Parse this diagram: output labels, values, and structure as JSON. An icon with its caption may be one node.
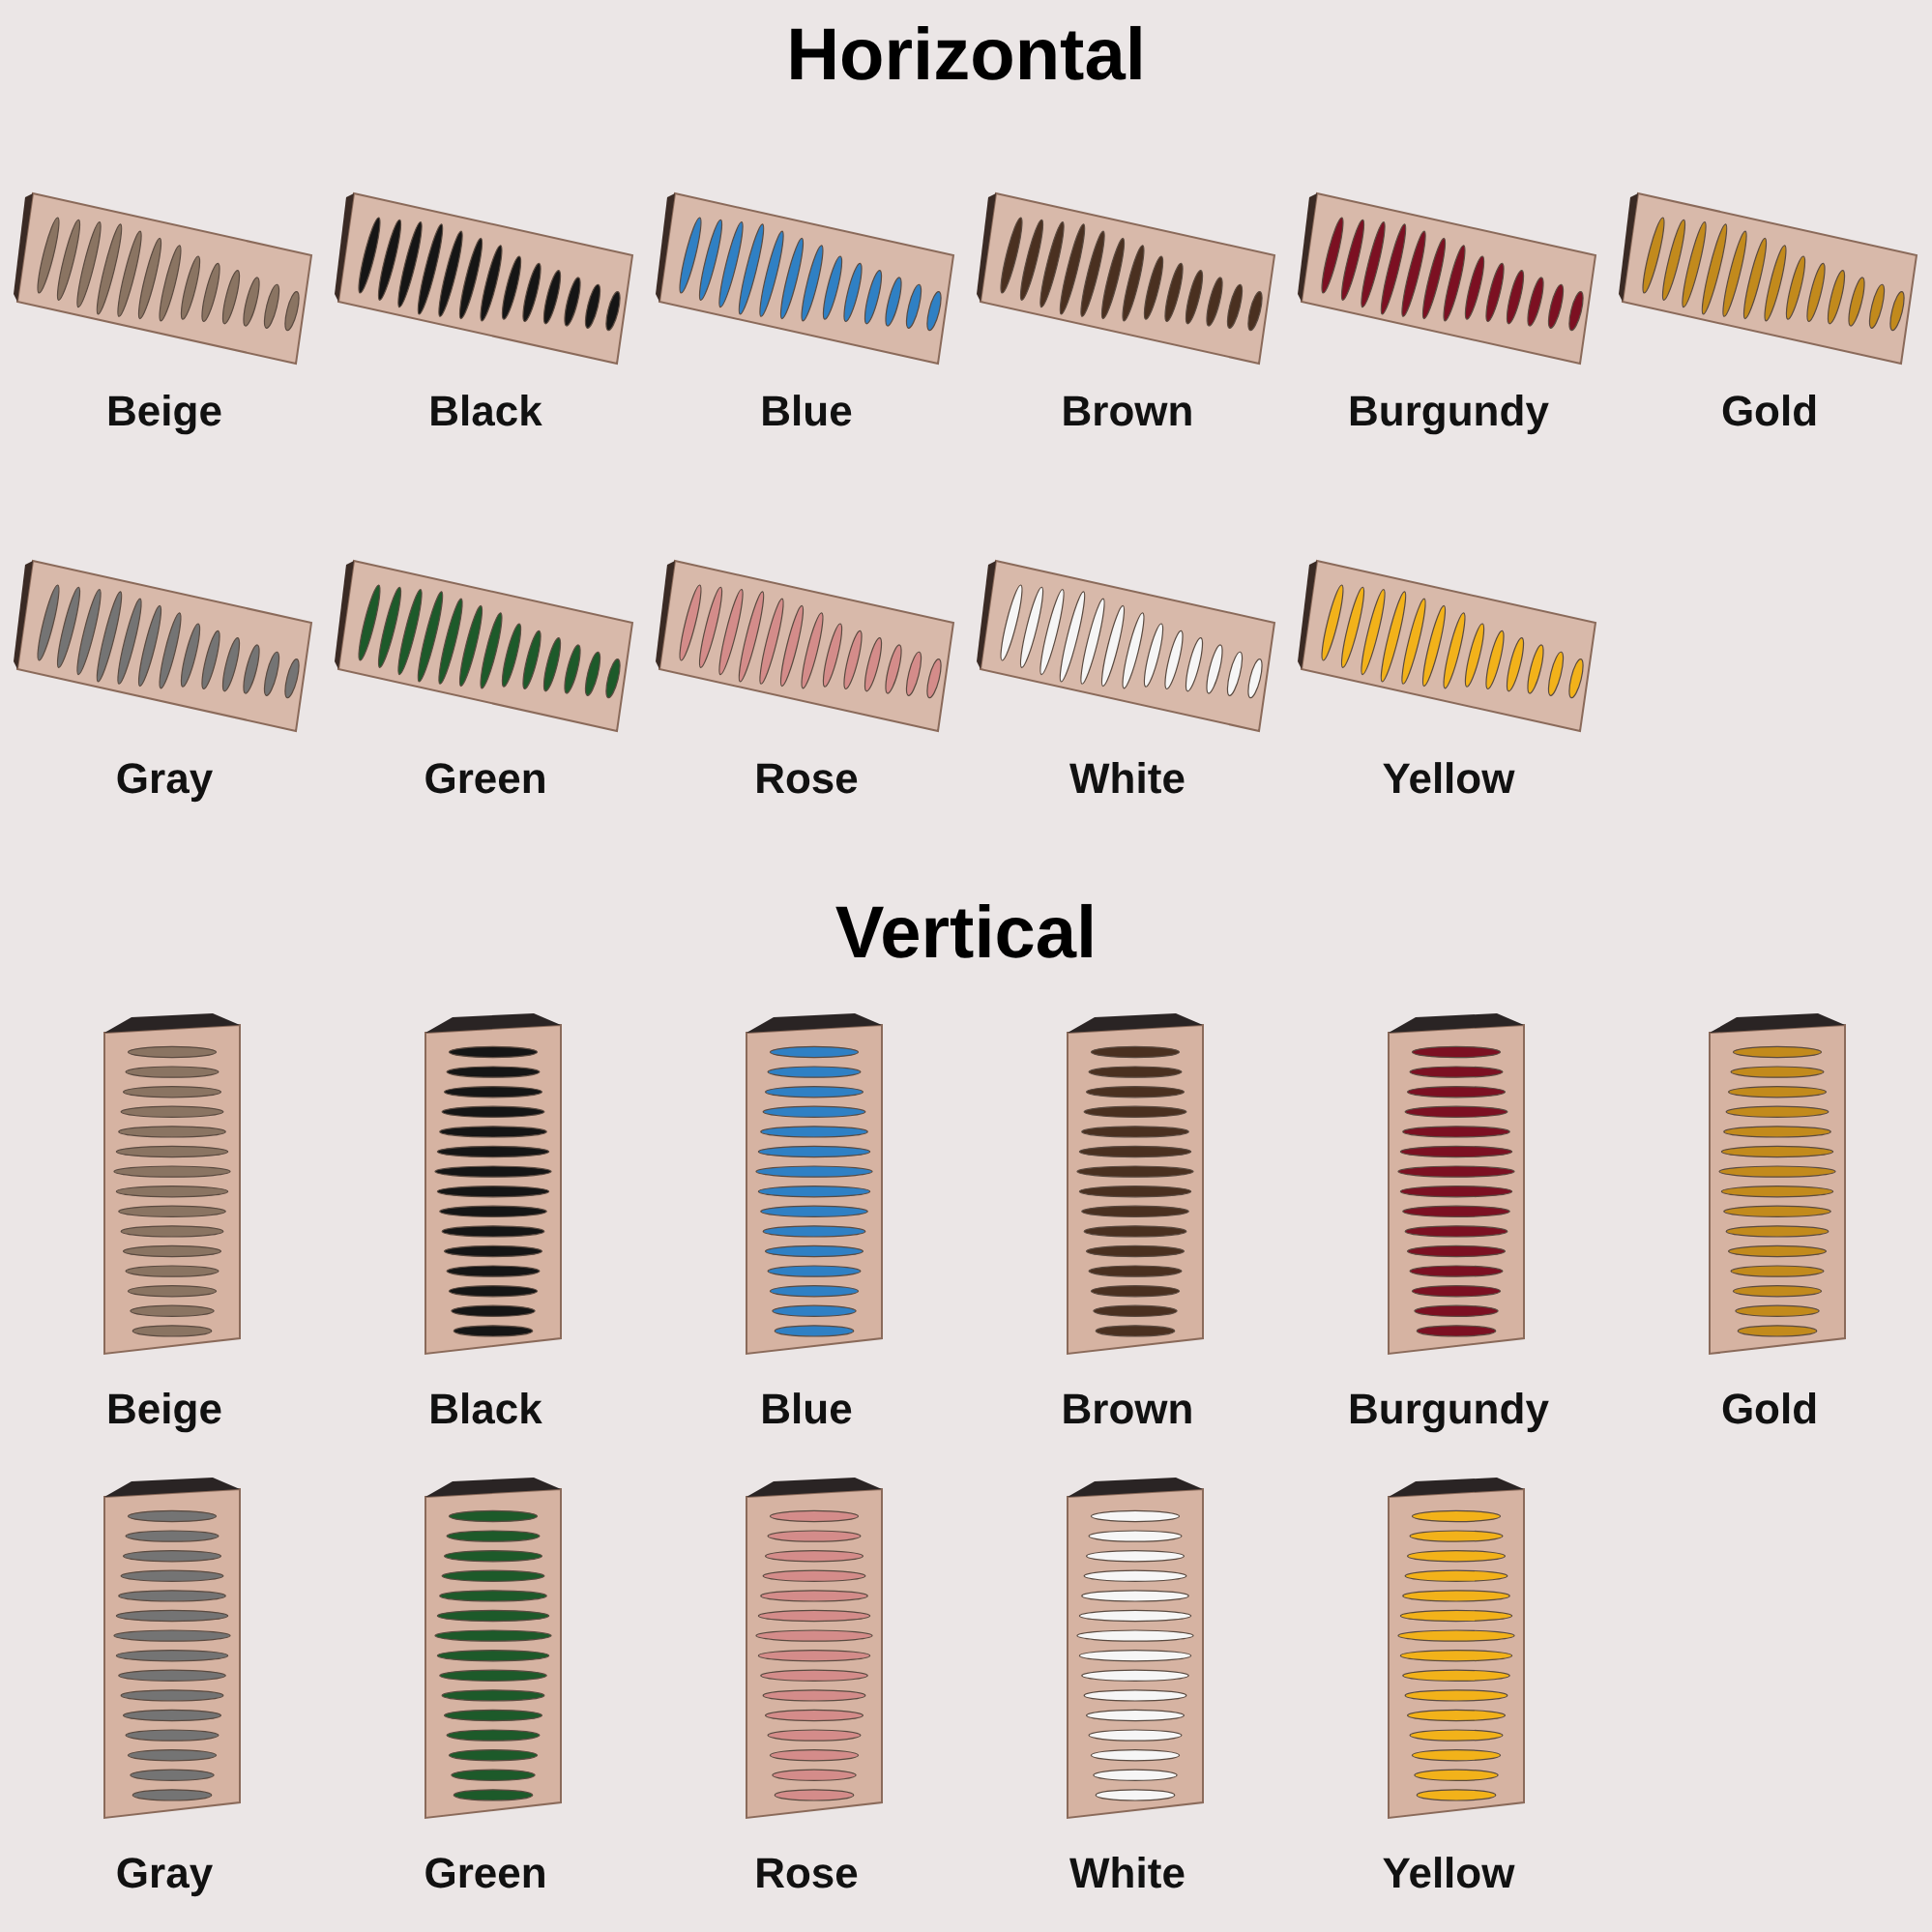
{
  "diagram": {
    "labels": [
      "Horizontal",
      "Beige",
      "Black",
      "Blue",
      "Brown",
      "Burgundy",
      "Gold",
      "Gray",
      "Green",
      "Rose",
      "White",
      "Yellow",
      "Vertical",
      "Beige",
      "Black",
      "Blue",
      "Brown",
      "Burgundy",
      "Gold",
      "Gray",
      "Green",
      "Rose",
      "White",
      "Yellow"
    ]
  }
}
